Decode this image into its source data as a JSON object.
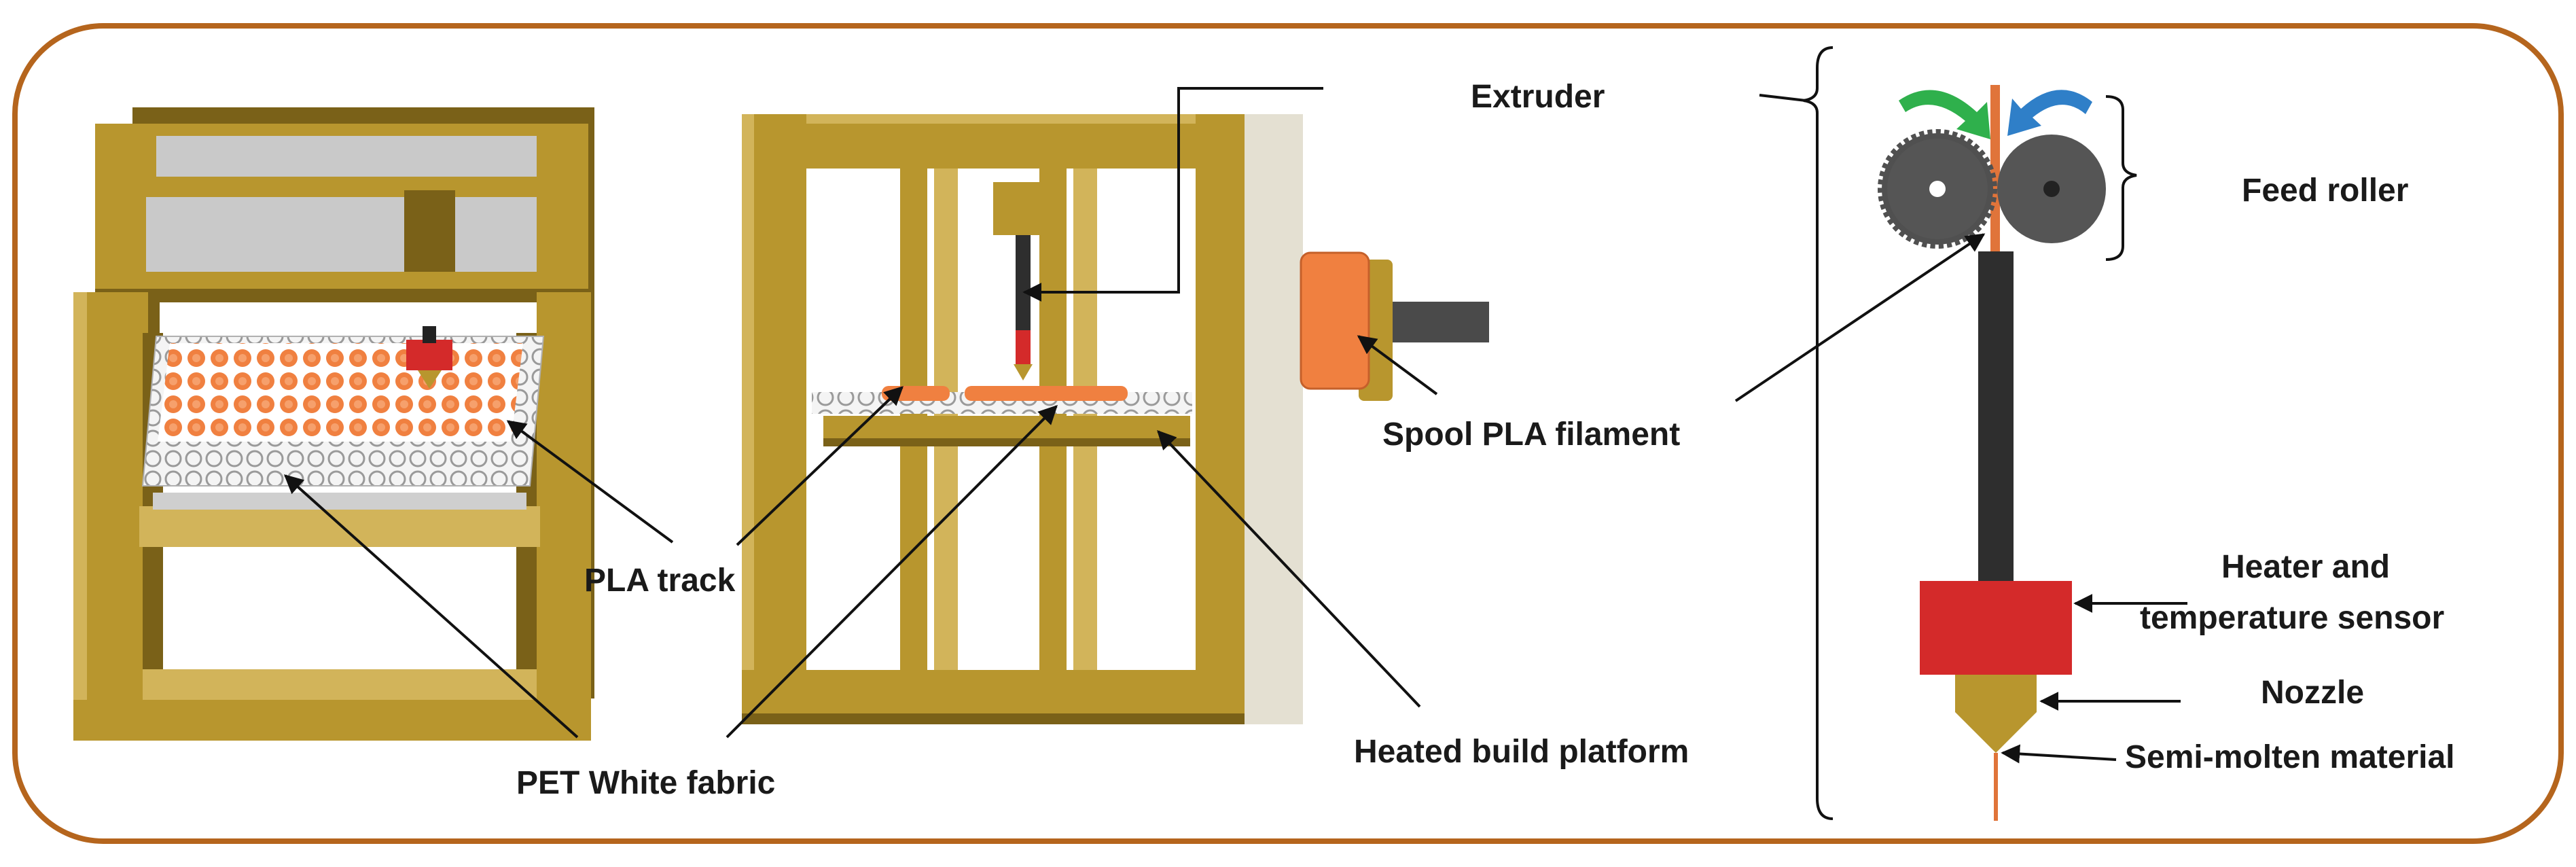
{
  "labels": {
    "extruder": "Extruder",
    "feed_roller": "Feed roller",
    "spool": "Spool PLA filament",
    "pla_track": "PLA track",
    "fabric": "PET White fabric",
    "platform": "Heated build platform",
    "heater_1": "Heater and",
    "heater_2": "temperature sensor",
    "nozzle": "Nozzle",
    "semi_molten": "Semi-molten material"
  },
  "colors": {
    "frame": "#b8962e",
    "frame_dark": "#7a6118",
    "frame_light": "#d2b45a",
    "border": "#b5651d",
    "pla_orange": "#f08040",
    "heater_red": "#d42a2a",
    "nozzle_brass": "#b8962e",
    "barrel": "#2e2e2e",
    "gear_gray": "#505050",
    "arrow_green": "#2fb04c",
    "arrow_blue": "#2f7fc8",
    "fabric_white": "#f2f2f2",
    "panel_beige": "#e4e0d2"
  }
}
